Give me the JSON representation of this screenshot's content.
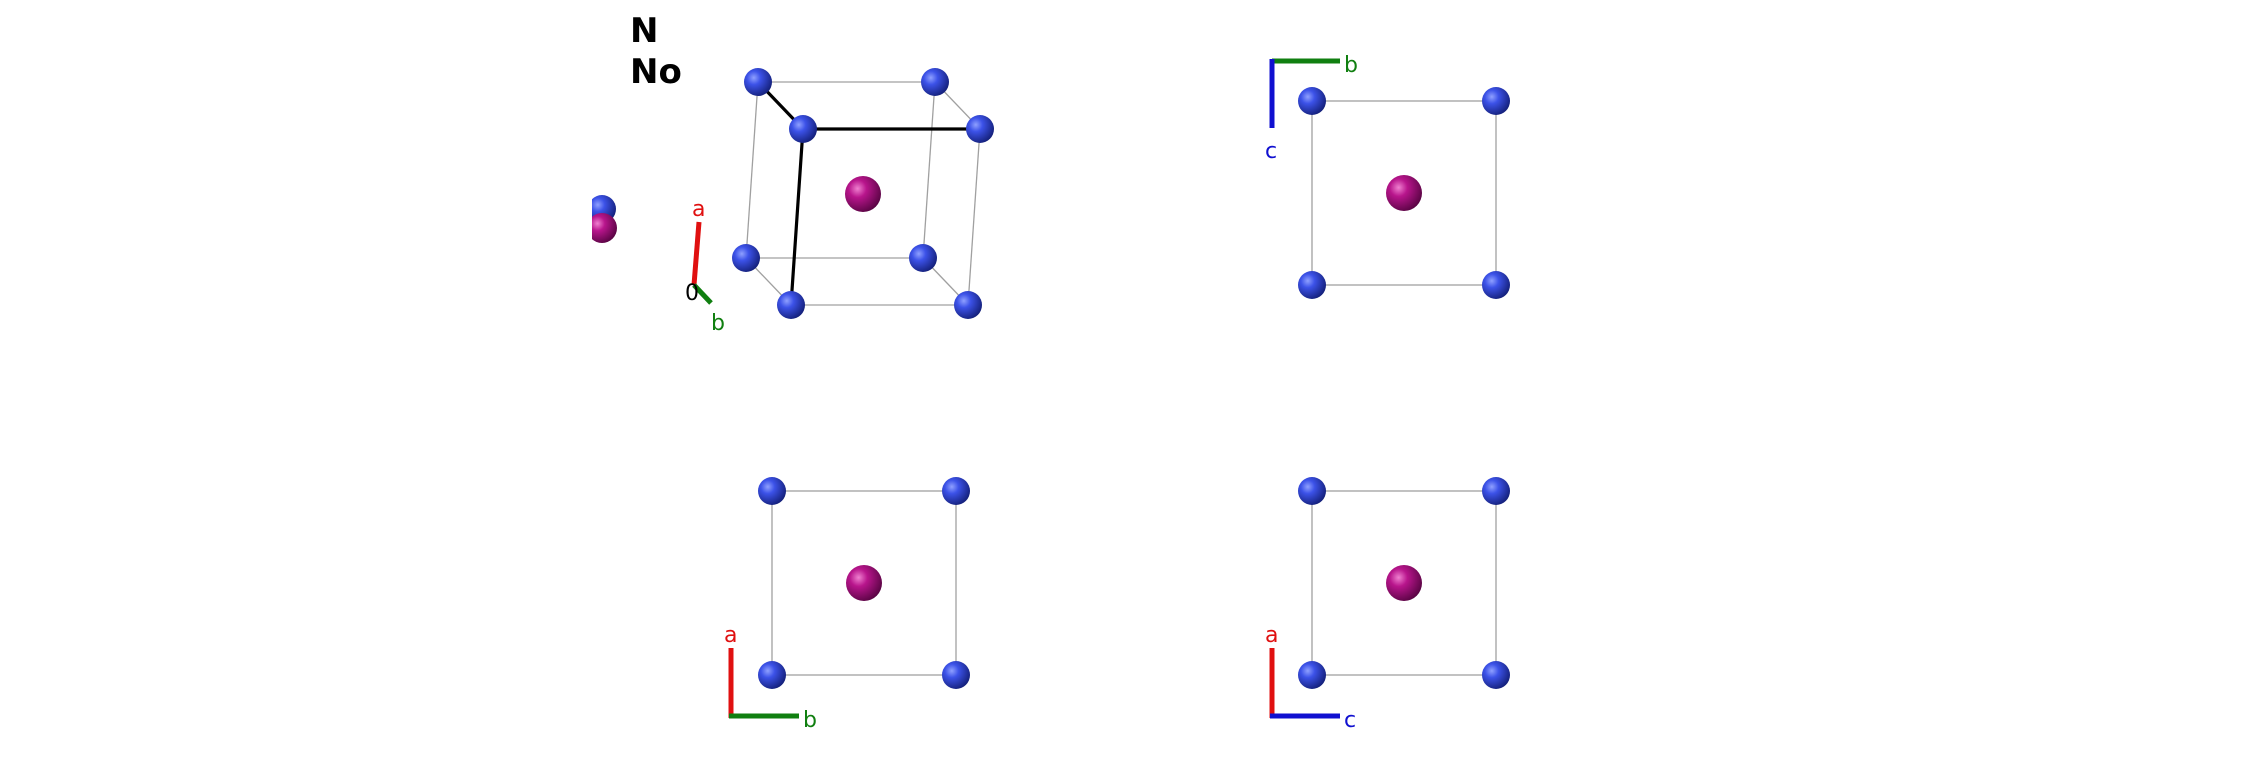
{
  "legend": {
    "elements": [
      {
        "symbol": "N",
        "color": "#2b3fd6"
      },
      {
        "symbol": "No",
        "color": "#b0107f"
      }
    ]
  },
  "panels": [
    {
      "name": "perspective-view",
      "axes": [
        {
          "label": "a",
          "color": "#e01010"
        },
        {
          "label": "b",
          "color": "#107f10"
        },
        {
          "label": "0",
          "color": "#000000"
        }
      ]
    },
    {
      "name": "view-along-a",
      "axes": [
        {
          "label": "b",
          "color": "#107f10"
        },
        {
          "label": "c",
          "color": "#1010d0"
        }
      ]
    },
    {
      "name": "view-along-c",
      "axes": [
        {
          "label": "a",
          "color": "#e01010"
        },
        {
          "label": "b",
          "color": "#107f10"
        }
      ]
    },
    {
      "name": "view-along-b",
      "axes": [
        {
          "label": "a",
          "color": "#e01010"
        },
        {
          "label": "c",
          "color": "#1010d0"
        }
      ]
    }
  ]
}
